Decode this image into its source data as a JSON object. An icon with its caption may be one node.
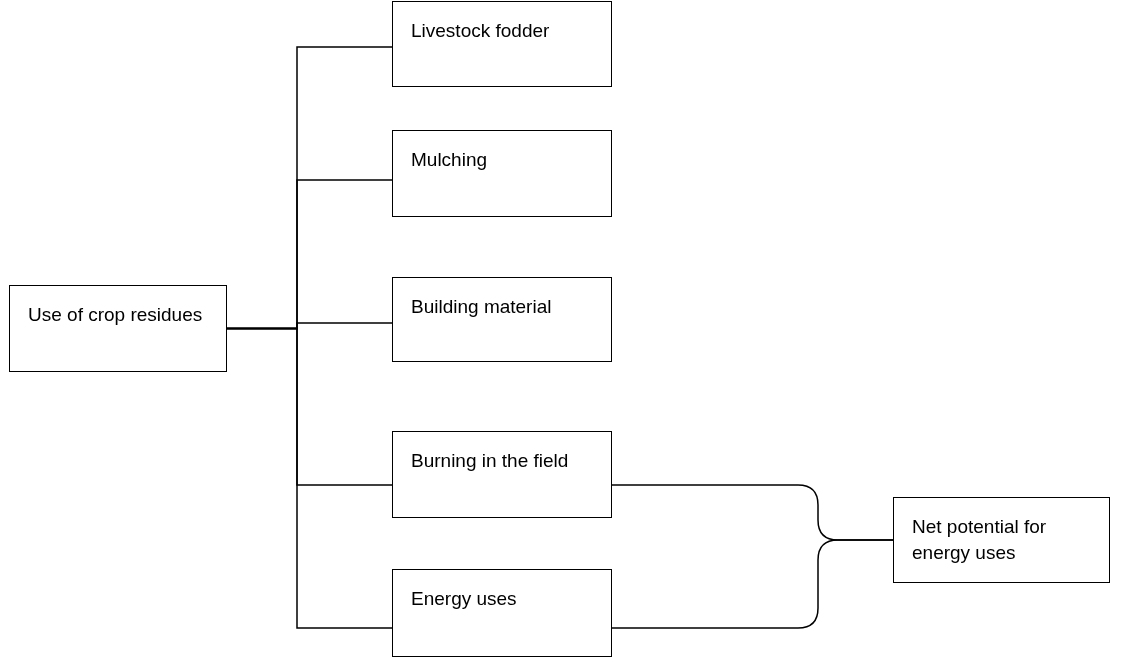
{
  "diagram": {
    "nodes": [
      {
        "text": [
          "Use of crop residues"
        ]
      },
      {
        "text": [
          "Livestock fodder"
        ]
      },
      {
        "text": [
          "Mulching"
        ]
      },
      {
        "text": [
          "Building material"
        ]
      },
      {
        "text": [
          "Burning in the field"
        ]
      },
      {
        "text": [
          "Energy uses"
        ]
      },
      {
        "text": [
          "Net potential for energy uses"
        ]
      }
    ],
    "edges": [
      {
        "from": 0,
        "to": 1,
        "arrow": "none"
      },
      {
        "from": 0,
        "to": 2,
        "arrow": "none"
      },
      {
        "from": 0,
        "to": 3,
        "arrow": "none"
      },
      {
        "from": 0,
        "to": 4,
        "arrow": "none"
      },
      {
        "from": 0,
        "to": 5,
        "arrow": "none"
      },
      {
        "from": 4,
        "to": 6,
        "arrow": "none"
      },
      {
        "from": 5,
        "to": 6,
        "arrow": "none"
      }
    ]
  }
}
